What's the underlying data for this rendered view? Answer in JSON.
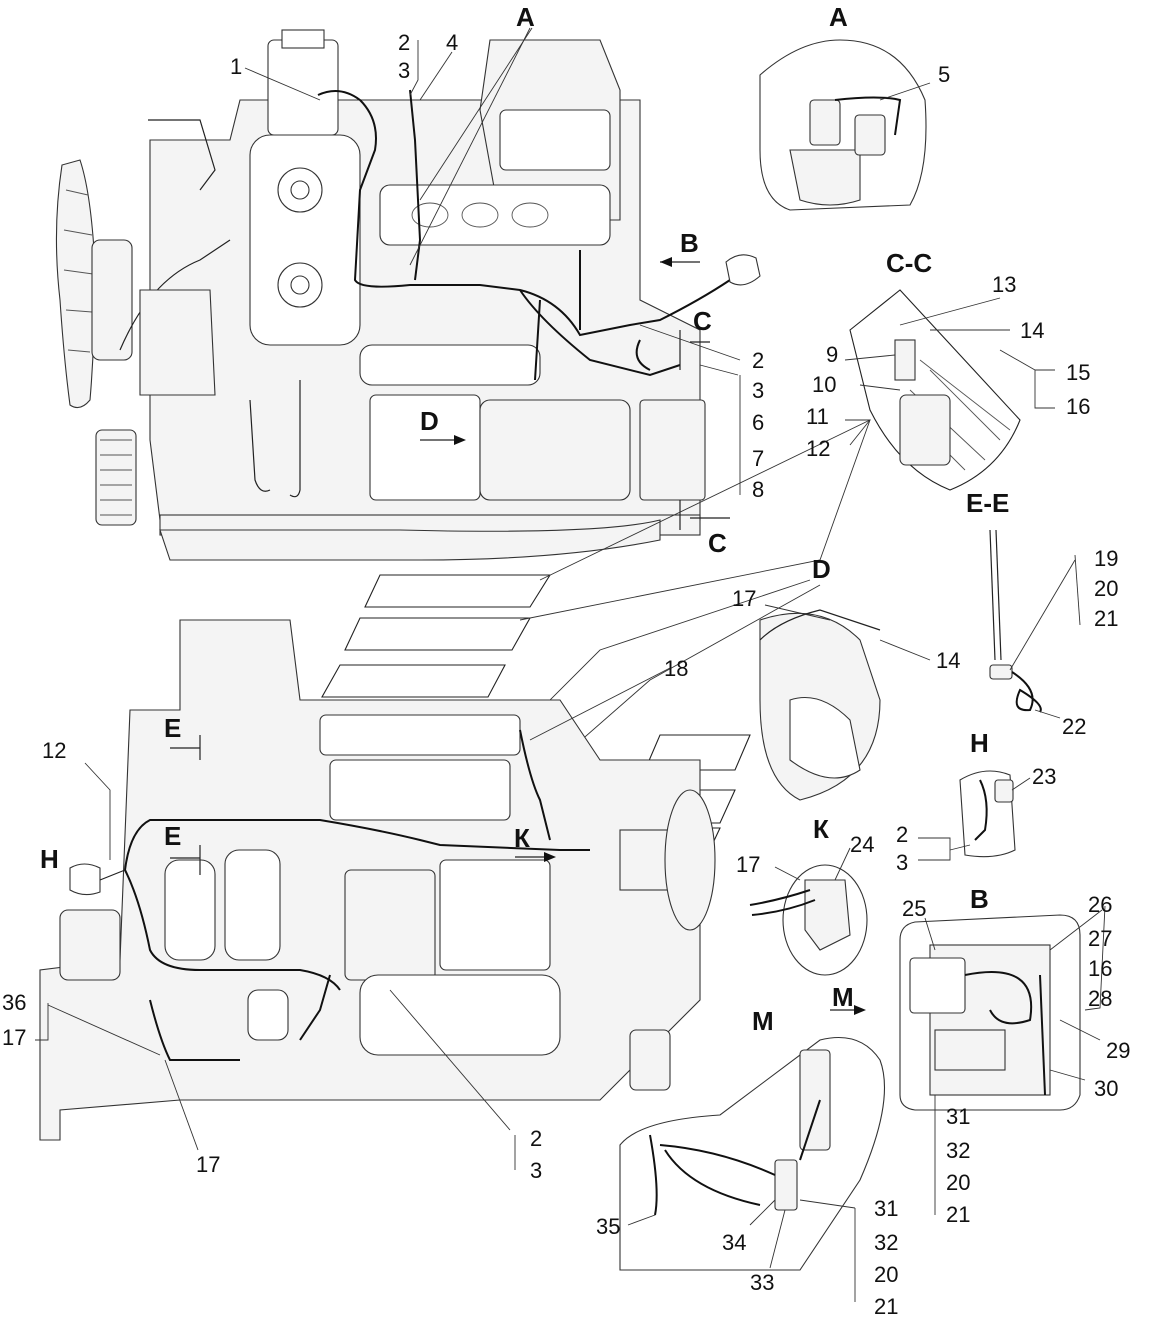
{
  "section_titles": {
    "A_main": "A",
    "A_inset": "A",
    "B_arrow": "B",
    "B_inset": "B",
    "CC": "C-C",
    "C_top": "C",
    "C_bottom": "C",
    "D_main": "D",
    "D_view": "D",
    "EE": "E-E",
    "E_upper": "E",
    "E_lower": "E",
    "H_left": "H",
    "H_inset": "H",
    "K_main": "К",
    "K_inset": "К",
    "M_arrow": "M",
    "M_inset": "M"
  },
  "callouts": {
    "n1": "1",
    "n2a": "2",
    "n3a": "3",
    "n4": "4",
    "n5": "5",
    "n2b": "2",
    "n3b": "3",
    "n6": "6",
    "n7": "7",
    "n8": "8",
    "n9": "9",
    "n10": "10",
    "n11": "11",
    "n12a": "12",
    "n13": "13",
    "n14a": "14",
    "n15": "15",
    "n16a": "16",
    "n17a": "17",
    "n14b": "14",
    "n18": "18",
    "n19": "19",
    "n20a": "20",
    "n21a": "21",
    "n22": "22",
    "n12b": "12",
    "n23": "23",
    "n2c": "2",
    "n3c": "3",
    "n17b": "17",
    "n24": "24",
    "n25": "25",
    "n26": "26",
    "n27": "27",
    "n16b": "16",
    "n28": "28",
    "n29": "29",
    "n30": "30",
    "n36": "36",
    "n17c": "17",
    "n17d": "17",
    "n2d": "2",
    "n3d": "3",
    "n31a": "31",
    "n32a": "32",
    "n20b": "20",
    "n21b": "21",
    "n35": "35",
    "n34": "34",
    "n33": "33",
    "n31b": "31",
    "n32b": "32",
    "n20c": "20",
    "n21c": "21"
  },
  "colors": {
    "line": "#222222",
    "background": "#ffffff",
    "wire": "#111111"
  }
}
